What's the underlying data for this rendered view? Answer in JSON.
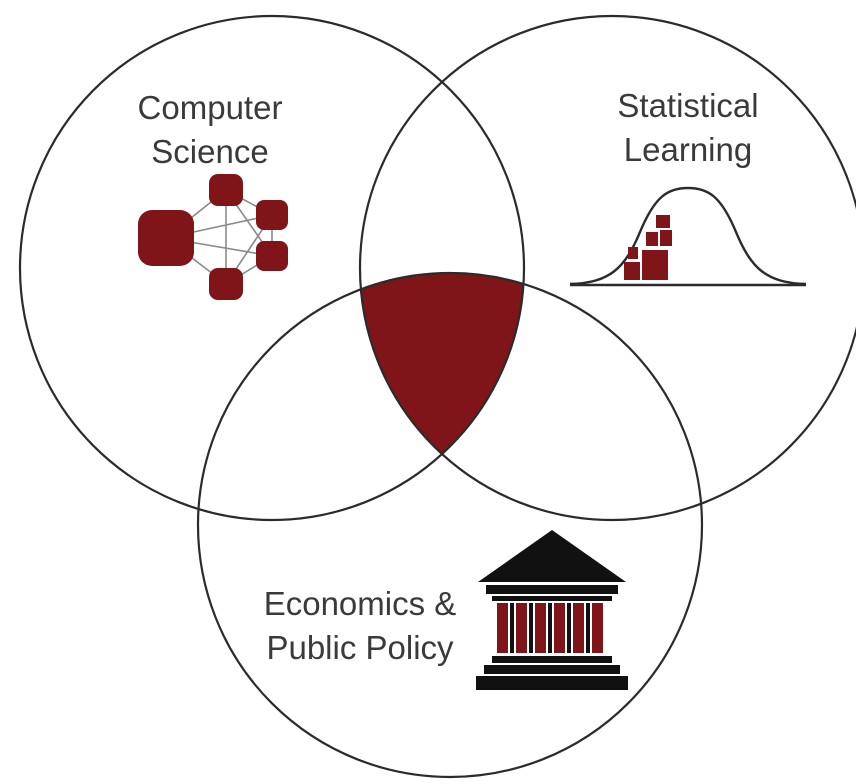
{
  "colors": {
    "accent": "#7f1518",
    "outline": "#2b2b2b",
    "text": "#3a3a3a",
    "background": "#ffffff",
    "icon_dark": "#111111"
  },
  "diagram": {
    "type": "venn-3",
    "circles": [
      {
        "id": "cs",
        "label_lines": [
          "Computer",
          "Science"
        ],
        "icon": "network-graph-icon"
      },
      {
        "id": "sl",
        "label_lines": [
          "Statistical",
          "Learning"
        ],
        "icon": "bell-curve-histogram-icon"
      },
      {
        "id": "econ",
        "label_lines": [
          "Economics &",
          "Public Policy"
        ],
        "icon": "government-building-icon"
      }
    ],
    "highlighted_region": "center-intersection"
  }
}
